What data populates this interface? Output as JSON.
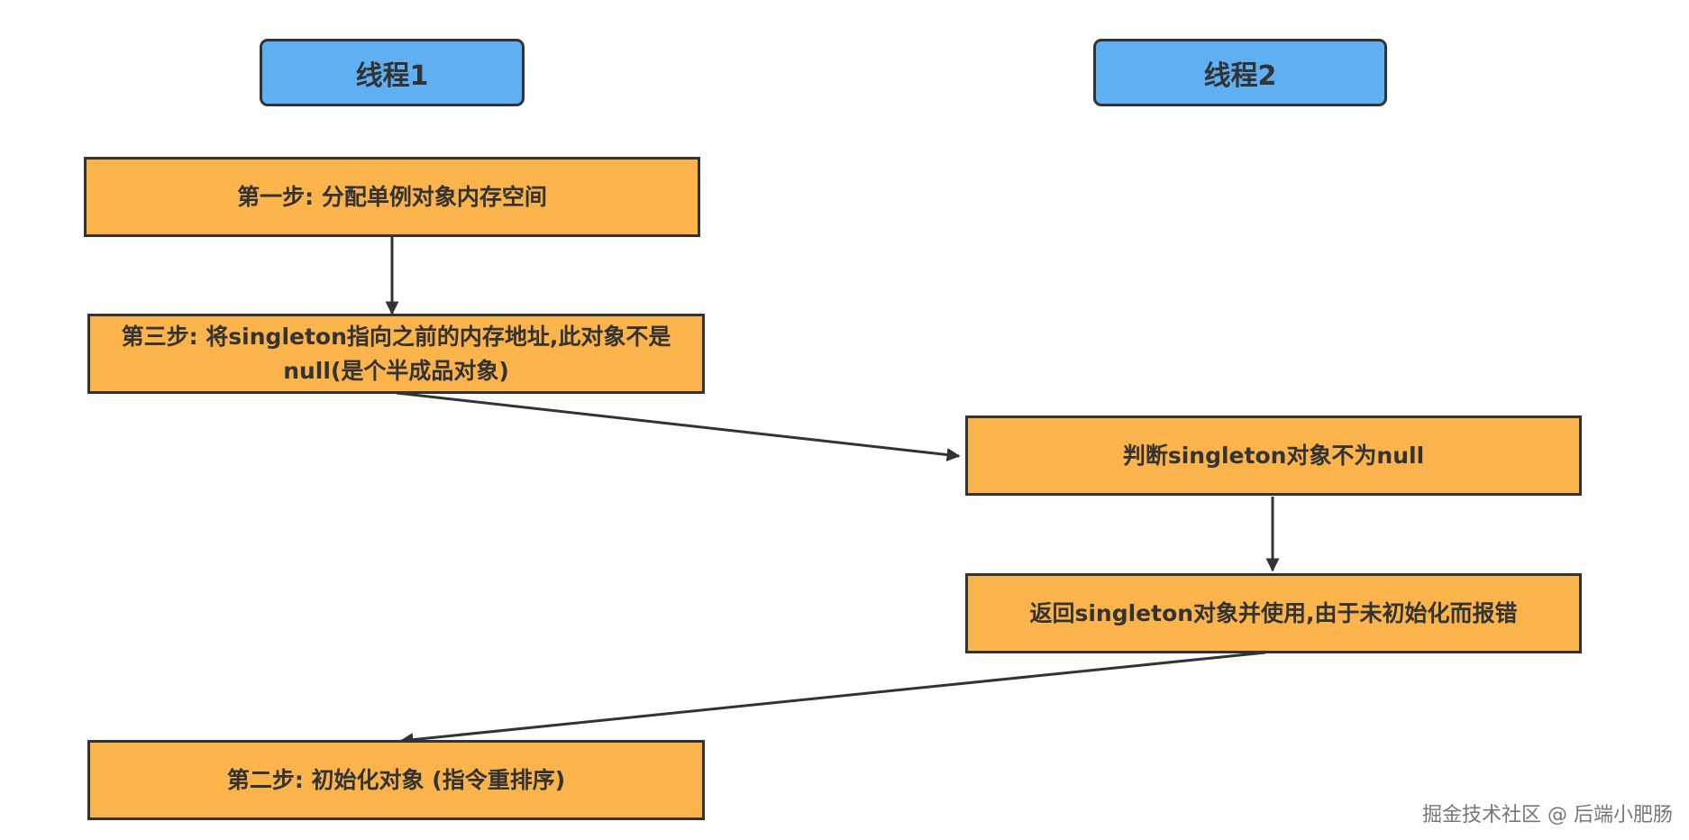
{
  "threads": {
    "t1": "线程1",
    "t2": "线程2"
  },
  "steps": {
    "step1": "第一步: 分配单例对象内存空间",
    "step3": "第三步: 将singleton指向之前的内存地址,此对象不是null(是个半成品对象)",
    "check": "判断singleton对象不为null",
    "use": "返回singleton对象并使用,由于未初始化而报错",
    "step2": "第二步: 初始化对象 (指令重排序)"
  },
  "watermark": "掘金技术社区 @ 后端小肥肠",
  "colors": {
    "thread_fill": "#5fb0f3",
    "step_fill": "#fbb44c",
    "stroke": "#333333"
  }
}
